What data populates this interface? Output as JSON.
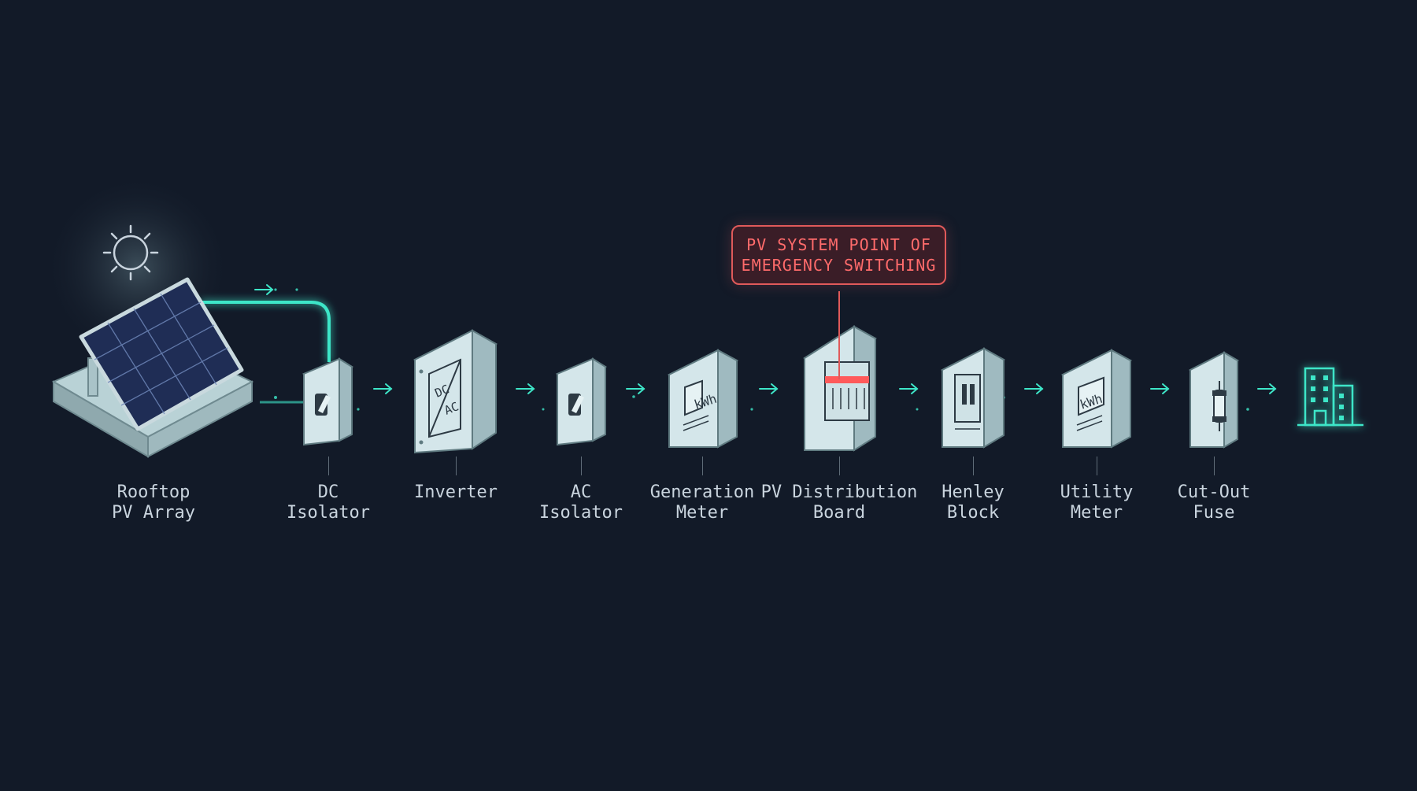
{
  "callout": {
    "line1": "PV SYSTEM POINT OF",
    "line2": "EMERGENCY SWITCHING",
    "color": "#ff6b6b"
  },
  "colors": {
    "background": "#121a28",
    "wire": "#3ee6c8",
    "component_face": "#d9ecef",
    "component_side": "#a9c3c8",
    "building": "#3ee6c8"
  },
  "components": [
    {
      "id": "rooftop-pv-array",
      "line1": "Rooftop",
      "line2": "PV Array",
      "icon": "solar-panel-icon"
    },
    {
      "id": "dc-isolator",
      "line1": "DC",
      "line2": "Isolator",
      "icon": "switch-icon"
    },
    {
      "id": "inverter",
      "line1": "Inverter",
      "line2": "",
      "icon": "dc-ac-icon",
      "face_text_dc": "DC",
      "face_text_ac": "AC"
    },
    {
      "id": "ac-isolator",
      "line1": "AC",
      "line2": "Isolator",
      "icon": "switch-icon"
    },
    {
      "id": "generation-meter",
      "line1": "Generation",
      "line2": "Meter",
      "icon": "kwh-meter-icon",
      "face_text": "kWh"
    },
    {
      "id": "pv-distribution-board",
      "line1": "PV Distribution",
      "line2": "Board",
      "icon": "breaker-panel-icon"
    },
    {
      "id": "henley-block",
      "line1": "Henley",
      "line2": "Block",
      "icon": "henley-block-icon"
    },
    {
      "id": "utility-meter",
      "line1": "Utility",
      "line2": "Meter",
      "icon": "kwh-meter-icon",
      "face_text": "kWh"
    },
    {
      "id": "cut-out-fuse",
      "line1": "Cut-Out",
      "line2": "Fuse",
      "icon": "fuse-icon"
    }
  ],
  "destination_icon": "building-icon",
  "sun_icon": "sun-icon"
}
